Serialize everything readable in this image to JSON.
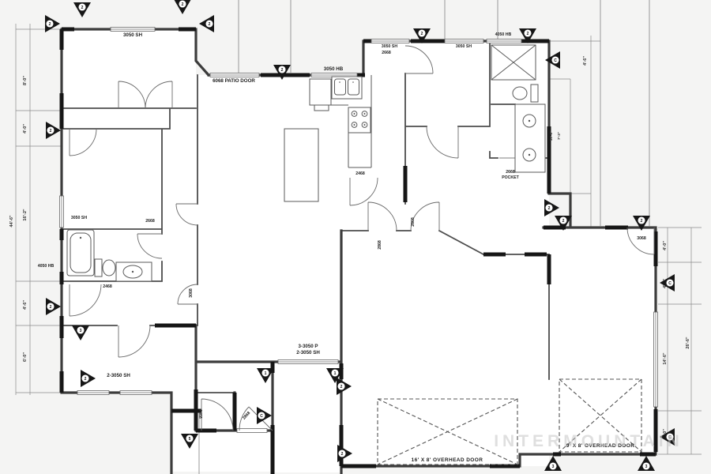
{
  "document": {
    "type": "floor-plan",
    "ink": "#3c3c3c",
    "paper": "#f4f4f3"
  },
  "watermark": "INTERMOUNTAIN",
  "labels": {
    "tl_window": "3050 SH",
    "patio_door": "6068 PATIO DOOR",
    "kitchen_window": "3050 HB",
    "tr_window1": "3050 SH",
    "tr_door": "2668",
    "tr_window2": "3050 SH",
    "tr_window3": "4050 HB",
    "left_window": "3050 SH",
    "left_hb": "4050 HB",
    "bath_door": "2468",
    "hall_door": "2668",
    "bed3_door": "3068",
    "bl_windows": "2-3050 SH",
    "gr_win1": "3-3050 P",
    "gr_win2": "2-3050 SH",
    "entry_door1": "2468",
    "entry_door2": "2868",
    "pantry_door": "2468",
    "pocket1": "2668",
    "pocket2": "POCKET",
    "porch_door": "3068",
    "center_door": "2668",
    "master_door": "2868",
    "garage_door_big": "16' X 8' OVERHEAD DOOR",
    "garage_door_small": "9' X 8' OVERHEAD DOOR"
  },
  "dimensions": {
    "overall_left": "44'-6\"",
    "l1": "8'-0\"",
    "l2": "4'-0\"",
    "l3": "16'-2\"",
    "l4": "4'-6\"",
    "l5": "6'-0\"",
    "overall_right": "26'-6\"",
    "r1": "4'-0\"",
    "r2": "4'-0\"",
    "r3": "14'-6\"",
    "r4": "4'-0\"",
    "tr1": "4'-6\"",
    "mb1": "16'-6\"",
    "mb2": "7'-3\""
  },
  "callouts": [
    "2",
    "2",
    "2",
    "2",
    "2",
    "2",
    "2",
    "C",
    "2",
    "2",
    "3",
    "2",
    "2",
    "2",
    "2",
    "C",
    "C",
    "1",
    "1",
    "2",
    "C",
    "2",
    "5",
    "3",
    "3"
  ]
}
